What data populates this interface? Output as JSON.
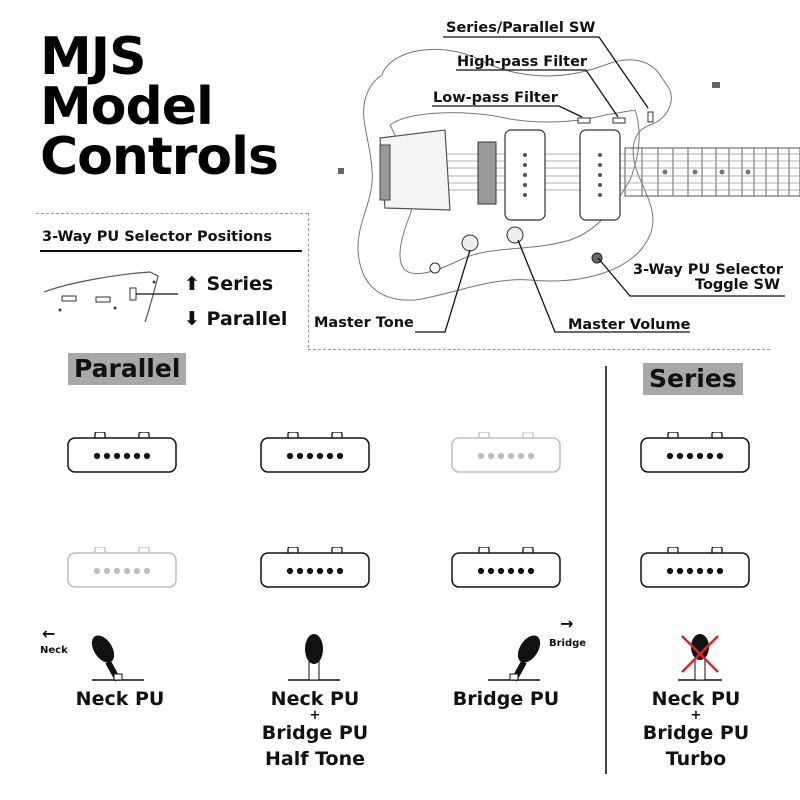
{
  "title_lines": [
    "MJS",
    "Model",
    "Controls"
  ],
  "callouts": {
    "series_parallel_sw": "Series/Parallel SW",
    "high_pass_filter": "High-pass Filter",
    "low_pass_filter": "Low-pass Filter",
    "selector_toggle_line1": "3-Way PU Selector",
    "selector_toggle_line2": "Toggle SW",
    "master_tone": "Master Tone",
    "master_volume": "Master Volume"
  },
  "selector_legend": {
    "heading": "3-Way PU Selector Positions",
    "series": "Series",
    "parallel": "Parallel"
  },
  "modes": {
    "parallel": "Parallel",
    "series": "Series"
  },
  "direction_labels": {
    "neck": "Neck",
    "bridge": "Bridge"
  },
  "positions": [
    {
      "mode": "parallel",
      "neck_active": true,
      "bridge_active": false,
      "toggle": "neck",
      "lines": [
        "Neck PU"
      ]
    },
    {
      "mode": "parallel",
      "neck_active": true,
      "bridge_active": true,
      "toggle": "center",
      "lines": [
        "Neck PU",
        "+",
        "Bridge PU",
        "Half Tone"
      ]
    },
    {
      "mode": "parallel",
      "neck_active": false,
      "bridge_active": true,
      "toggle": "bridge",
      "lines": [
        "Bridge PU"
      ]
    },
    {
      "mode": "series",
      "neck_active": true,
      "bridge_active": true,
      "toggle": "disabled",
      "lines": [
        "Neck PU",
        "+",
        "Bridge PU",
        "Turbo"
      ]
    }
  ],
  "colors": {
    "active": "#111111",
    "inactive": "#bdbdbd",
    "badge": "#a8a8a8",
    "cross": "#d9262b"
  }
}
